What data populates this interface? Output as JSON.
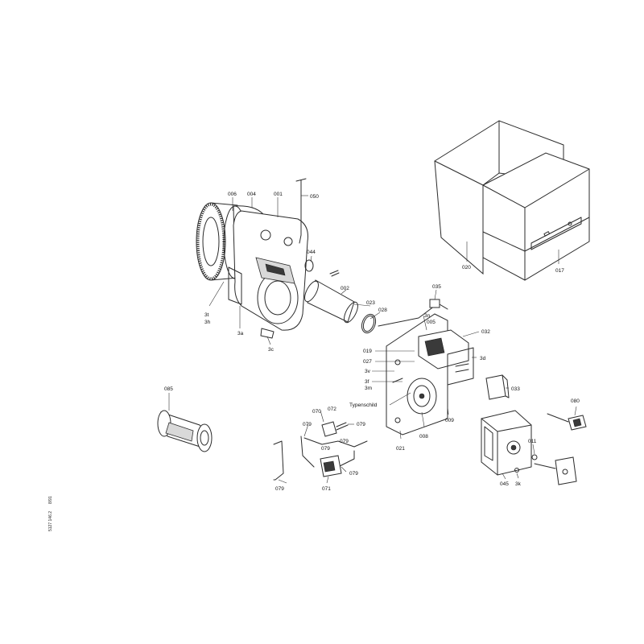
{
  "labels": {
    "p006": "006",
    "p004": "004",
    "p001": "001",
    "p050": "050",
    "p044": "044",
    "p002": "002",
    "p023": "023",
    "p028": "028",
    "p035": "035",
    "p3n": "3n",
    "p005": "005",
    "p032": "032",
    "p019": "019",
    "p027": "027",
    "p3d": "3d",
    "p3v": "3v",
    "p3f": "3f",
    "p3m": "3m",
    "typenschild": "Typenschild",
    "p033": "033",
    "p009": "009",
    "p008": "008",
    "p021": "021",
    "p3t": "3t",
    "p3h": "3h",
    "p3a": "3a",
    "p3c": "3c",
    "p020": "020",
    "p017": "017",
    "p085": "085",
    "p070": "070",
    "p072": "072",
    "p079a": "079",
    "p079b": "079",
    "p079c": "079",
    "p079d": "079",
    "p079e": "079",
    "p079f": "079",
    "p071": "071",
    "p080": "080",
    "p011": "011",
    "p045": "045",
    "p3k": "3k"
  },
  "side_text": {
    "doc_no": "5127 146.2",
    "date": "8/91"
  }
}
